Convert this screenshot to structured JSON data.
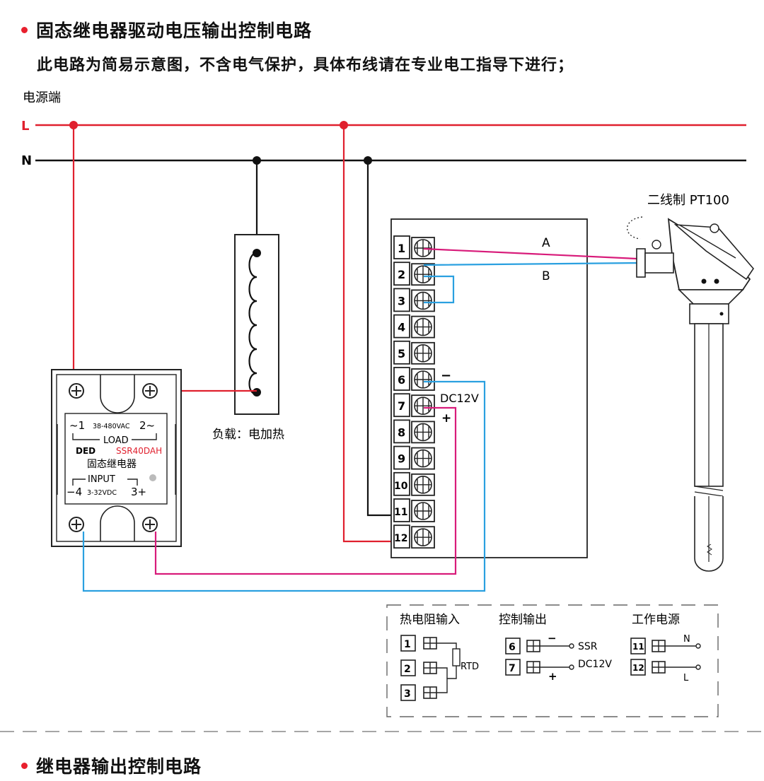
{
  "titles": {
    "section1": "固态继电器驱动电压输出控制电路",
    "note": "此电路为简易示意图，不含电气保护，具体布线请在专业电工指导下进行；",
    "section2": "继电器输出控制电路"
  },
  "labels": {
    "power_source": "电源端",
    "line_L": "L",
    "line_N": "N",
    "load": "负载：电加热",
    "sensor": "二线制 PT100",
    "wire_a": "A",
    "wire_b": "B",
    "dc_minus": "−",
    "dc_label": "DC12V",
    "dc_plus": "+"
  },
  "ssr": {
    "load_left": "~1",
    "load_range": "38-480VAC",
    "load_right": "2~",
    "load_label": "LOAD",
    "brand": "DED",
    "model": "SSR40DAH",
    "name": "固态继电器",
    "input_label": "INPUT",
    "input_left": "−4",
    "input_range": "3-32VDC",
    "input_right": "3+"
  },
  "terminals": [
    "1",
    "2",
    "3",
    "4",
    "5",
    "6",
    "7",
    "8",
    "9",
    "10",
    "11",
    "12"
  ],
  "legend": {
    "rtd_title": "热电阻输入",
    "ctrl_title": "控制输出",
    "power_title": "工作电源",
    "rtd": "RTD",
    "ssr": "SSR",
    "dc": "DC12V",
    "minus": "−",
    "plus": "+",
    "n": "N",
    "l": "L",
    "t1": "1",
    "t2": "2",
    "t3": "3",
    "t6": "6",
    "t7": "7",
    "t11": "11",
    "t12": "12"
  },
  "colors": {
    "line_L": "#e0202e",
    "line_N": "#111111",
    "wire_blue": "#2aa0e0",
    "wire_magenta": "#d81b7a",
    "accent_red": "#e8202e",
    "model_red": "#e0202e"
  }
}
